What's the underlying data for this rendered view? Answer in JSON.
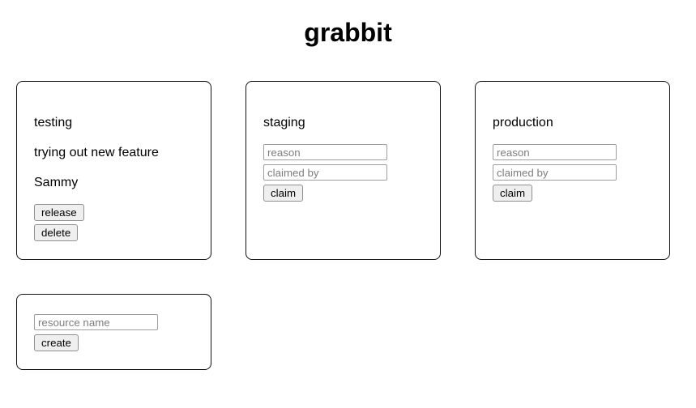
{
  "page": {
    "title": "grabbit"
  },
  "colors": {
    "background": "#ffffff",
    "text": "#000000",
    "card_border": "#111111",
    "button_background": "#efefef",
    "button_border": "#8f8f8f",
    "input_border": "#9e9e9e",
    "placeholder_text": "#7d7d7d"
  },
  "resources": [
    {
      "name": "testing",
      "state": "claimed",
      "reason": "trying out new feature",
      "claimed_by": "Sammy",
      "actions": {
        "release": "release",
        "delete": "delete"
      }
    },
    {
      "name": "staging",
      "state": "unclaimed",
      "placeholders": {
        "reason": "reason",
        "claimed_by": "claimed by"
      },
      "inputs": {
        "reason_value": "",
        "claimed_by_value": ""
      },
      "actions": {
        "claim": "claim"
      }
    },
    {
      "name": "production",
      "state": "unclaimed",
      "placeholders": {
        "reason": "reason",
        "claimed_by": "claimed by"
      },
      "inputs": {
        "reason_value": "",
        "claimed_by_value": ""
      },
      "actions": {
        "claim": "claim"
      }
    }
  ],
  "create_form": {
    "name_placeholder": "resource name",
    "name_value": "",
    "create_label": "create"
  }
}
